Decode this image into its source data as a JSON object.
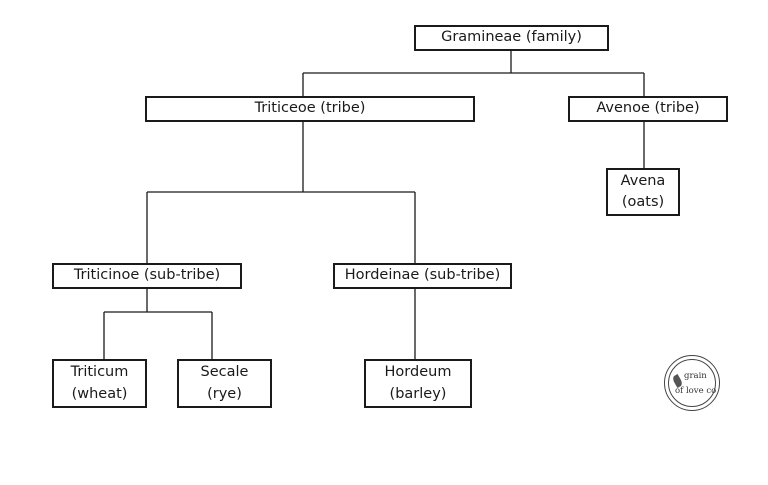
{
  "tree": {
    "root": "Gramineae (family)",
    "tribe_triticeoe": "Triticeoe (tribe)",
    "tribe_avenoe": "Avenoe (tribe)",
    "avena": {
      "line1": "Avena",
      "line2": "(oats)"
    },
    "subtribe_triticinoe": "Triticinoe (sub-tribe)",
    "subtribe_hordeinae": "Hordeinae (sub-tribe)",
    "triticum": {
      "line1": "Triticum",
      "line2": "(wheat)"
    },
    "secale": {
      "line1": "Secale",
      "line2": "(rye)"
    },
    "hordeum": {
      "line1": "Hordeum",
      "line2": "(barley)"
    }
  },
  "logo": {
    "line1": "grain",
    "line2": "of love co"
  },
  "colors": {
    "line": "#1a1a1a",
    "background": "#ffffff"
  }
}
